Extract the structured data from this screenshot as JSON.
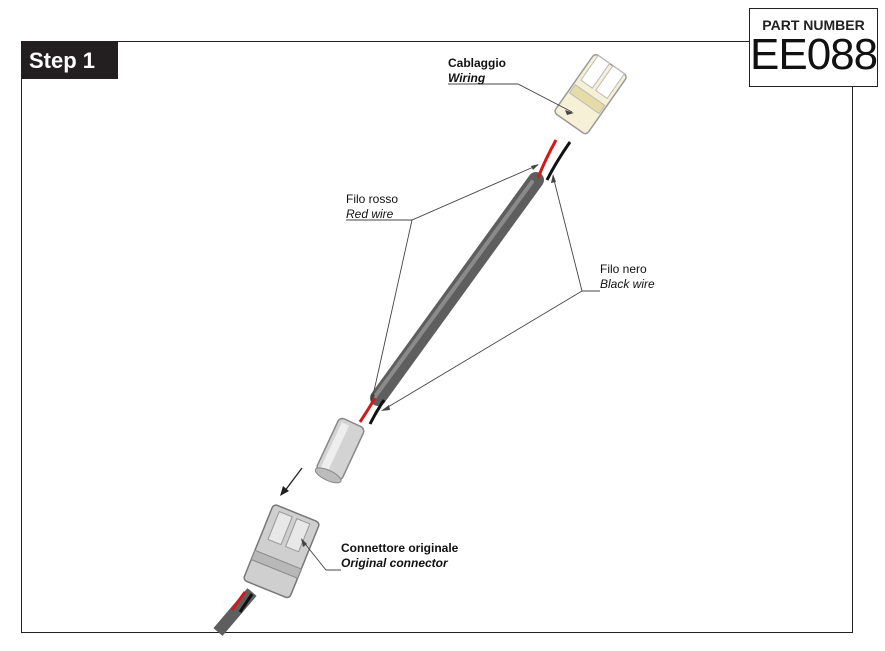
{
  "step_label": "Step 1",
  "part_number": {
    "label": "PART NUMBER",
    "value": "EE088"
  },
  "labels": {
    "wiring": {
      "it": "Cablaggio",
      "en": "Wiring"
    },
    "red_wire": {
      "it": "Filo rosso",
      "en": "Red wire"
    },
    "black_wire": {
      "it": "Filo nero",
      "en": "Black wire"
    },
    "original_connector": {
      "it": "Connettore originale",
      "en": "Original connector"
    }
  },
  "colors": {
    "red_wire": "#d01a1a",
    "black_wire": "#111111",
    "sheath": "#6a6a6a",
    "connector": "#d0d0d0",
    "plug": "#efe6bf"
  }
}
